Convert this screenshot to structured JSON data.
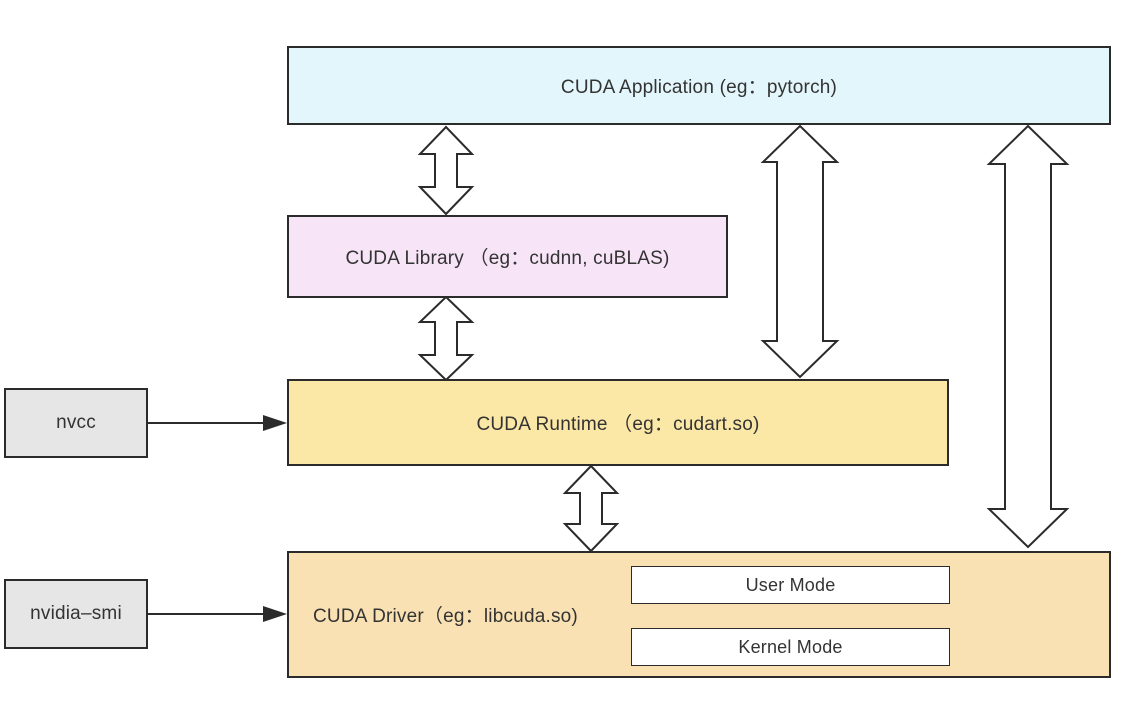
{
  "layers": {
    "application": {
      "label": "CUDA Application (eg：pytorch)",
      "color": "#e3f6fc"
    },
    "library": {
      "label": "CUDA Library （eg：cudnn, cuBLAS)",
      "color": "#f7e4f7"
    },
    "runtime": {
      "label": "CUDA Runtime （eg：cudart.so)",
      "color": "#fbe7a6"
    },
    "driver": {
      "label": "CUDA Driver（eg：libcuda.so)",
      "color": "#fae1b3",
      "user_mode": "User Mode",
      "kernel_mode": "Kernel Mode"
    }
  },
  "tools": {
    "nvcc": {
      "label": "nvcc",
      "color": "#e6e6e6"
    },
    "nvidia_smi": {
      "label": "nvidia–smi",
      "color": "#e6e6e6"
    }
  },
  "connectors": [
    {
      "from": "application",
      "to": "library",
      "type": "bidirectional"
    },
    {
      "from": "library",
      "to": "runtime",
      "type": "bidirectional"
    },
    {
      "from": "application",
      "to": "runtime",
      "type": "bidirectional"
    },
    {
      "from": "application",
      "to": "driver",
      "type": "bidirectional"
    },
    {
      "from": "runtime",
      "to": "driver",
      "type": "bidirectional"
    },
    {
      "from": "user_mode",
      "to": "kernel_mode",
      "type": "bidirectional"
    },
    {
      "from": "nvcc",
      "to": "runtime",
      "type": "directed"
    },
    {
      "from": "nvidia_smi",
      "to": "driver",
      "type": "directed"
    }
  ]
}
